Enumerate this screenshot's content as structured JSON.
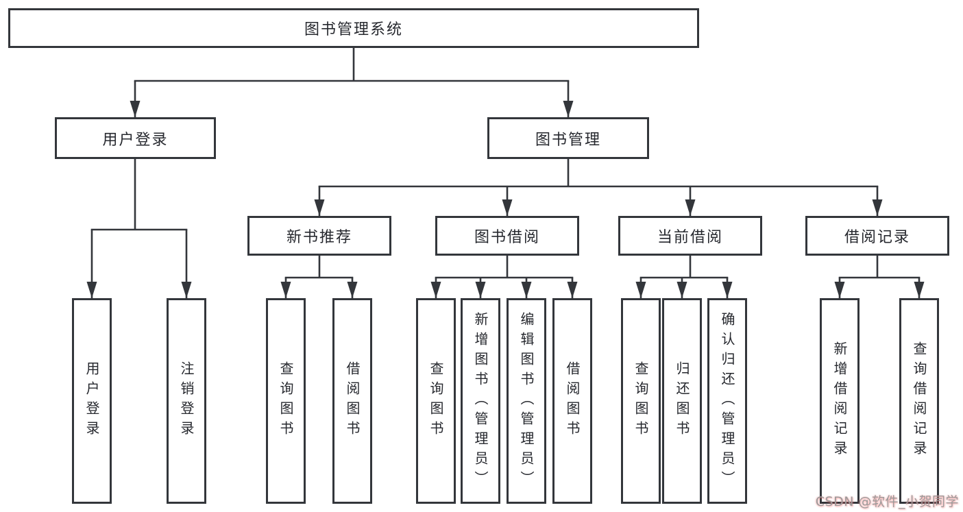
{
  "diagram": {
    "root": {
      "label": "图书管理系统"
    },
    "level2": [
      {
        "label": "用户登录",
        "children": [
          {
            "label": "用户登录"
          },
          {
            "label": "注销登录"
          }
        ]
      },
      {
        "label": "图书管理",
        "children": [
          {
            "label": "新书推荐",
            "children": [
              {
                "label": "查询图书"
              },
              {
                "label": "借阅图书"
              }
            ]
          },
          {
            "label": "图书借阅",
            "children": [
              {
                "label": "查询图书"
              },
              {
                "label": "新增图书（管理员）"
              },
              {
                "label": "编辑图书（管理员）"
              },
              {
                "label": "借阅图书"
              }
            ]
          },
          {
            "label": "当前借阅",
            "children": [
              {
                "label": "查询图书"
              },
              {
                "label": "归还图书"
              },
              {
                "label": "确认归还（管理员）"
              }
            ]
          },
          {
            "label": "借阅记录",
            "children": [
              {
                "label": "新增借阅记录"
              },
              {
                "label": "查询借阅记录"
              }
            ]
          }
        ]
      }
    ]
  },
  "watermark": "CSDN @软件_小贺同学",
  "colors": {
    "line": "#33363b",
    "box_border": "#33363b",
    "text": "#26282e",
    "background": "#ffffff",
    "watermark_text": "#9c9c9c",
    "watermark_glow": "#f46a6a"
  }
}
